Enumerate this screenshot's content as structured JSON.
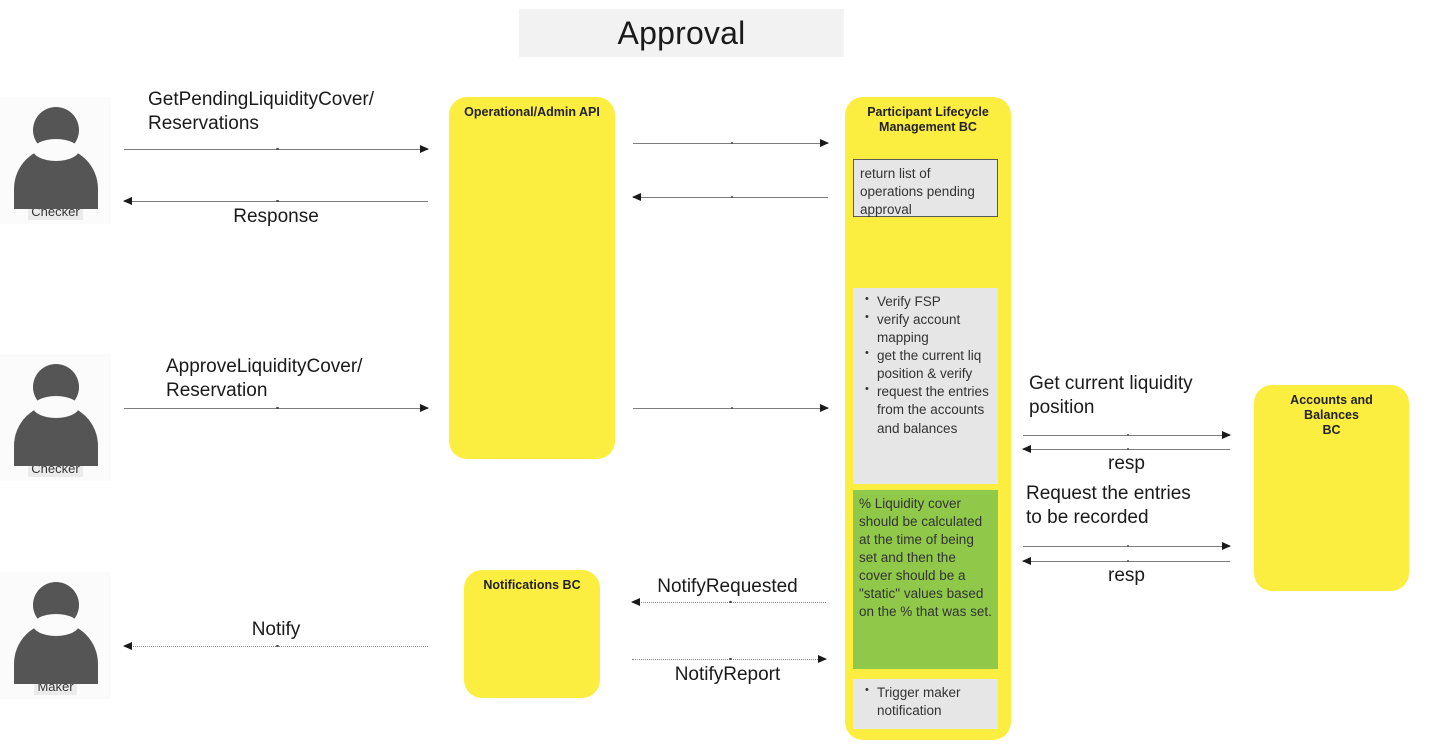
{
  "diagram": {
    "title": "Approval",
    "actors": [
      {
        "id": "checker-top",
        "label": "Checker",
        "icon": "person-icon"
      },
      {
        "id": "checker-mid",
        "label": "Checker",
        "icon": "person-icon"
      },
      {
        "id": "maker-bottom",
        "label": "Maker",
        "icon": "person-icon"
      }
    ],
    "lifelines": [
      {
        "id": "operational-admin-api",
        "title": "Operational/Admin API",
        "color": "#fcee41"
      },
      {
        "id": "participant-lifecycle-management-bc",
        "title": "Participant Lifecycle\nManagement BC",
        "color": "#fcee41"
      },
      {
        "id": "notifications-bc",
        "title": "Notifications BC",
        "color": "#fcee41"
      },
      {
        "id": "accounts-and-balances-bc",
        "title": "Accounts and Balances\nBC",
        "color": "#fcee41"
      }
    ],
    "messages": [
      {
        "id": "get-pending-liquidity-cover",
        "label": "GetPendingLiquidityCover/\nReservations",
        "direction": "right",
        "style": "solid"
      },
      {
        "id": "response",
        "label": "Response",
        "direction": "left",
        "style": "solid"
      },
      {
        "id": "api-to-bc-request",
        "label": "",
        "direction": "right",
        "style": "solid"
      },
      {
        "id": "bc-to-api-response",
        "label": "",
        "direction": "left",
        "style": "solid"
      },
      {
        "id": "approve-liquidity-cover",
        "label": "ApproveLiquidityCover/\nReservation",
        "direction": "right",
        "style": "solid"
      },
      {
        "id": "api-to-bc-approve",
        "label": "",
        "direction": "right",
        "style": "solid"
      },
      {
        "id": "get-current-liquidity-position",
        "label": "Get current liquidity\nposition",
        "direction": "right",
        "style": "solid"
      },
      {
        "id": "resp-liquidity",
        "label": "resp",
        "direction": "left",
        "style": "solid"
      },
      {
        "id": "request-entries-recorded",
        "label": "Request the entries\nto be recorded",
        "direction": "right",
        "style": "solid"
      },
      {
        "id": "resp-entries",
        "label": "resp",
        "direction": "left",
        "style": "solid"
      },
      {
        "id": "notify",
        "label": "Notify",
        "direction": "left",
        "style": "dotted"
      },
      {
        "id": "notify-requested",
        "label": "NotifyRequested",
        "direction": "left",
        "style": "dotted"
      },
      {
        "id": "notify-report",
        "label": "NotifyReport",
        "direction": "right",
        "style": "dotted"
      }
    ],
    "notes": [
      {
        "id": "return-list-note",
        "kind": "text",
        "color": "#e6e6e6",
        "bordered": true,
        "text": "return list of operations pending approval"
      },
      {
        "id": "verification-steps-note",
        "kind": "bullets",
        "color": "#e6e6e6",
        "bordered": false,
        "items": [
          "Verify FSP",
          "verify account mapping",
          "get the current liq position & verify",
          "request the entries from the accounts and balances"
        ]
      },
      {
        "id": "liquidity-cover-note",
        "kind": "text",
        "color": "#90c84a",
        "bordered": false,
        "text": "% Liquidity cover should be calculated at the time of being set and then the cover should be a \"static\" values based on the % that was set."
      },
      {
        "id": "trigger-maker-note",
        "kind": "bullets",
        "color": "#e6e6e6",
        "bordered": false,
        "items": [
          "Trigger maker notification"
        ]
      }
    ]
  }
}
